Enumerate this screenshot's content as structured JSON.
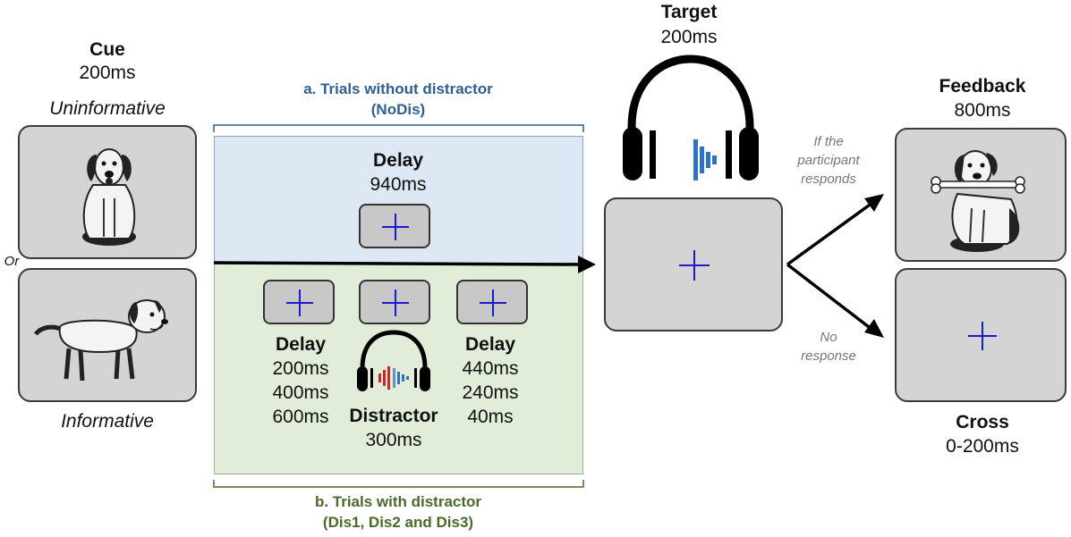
{
  "cue": {
    "title": "Cue",
    "duration": "200ms",
    "uninformative_label": "Uninformative",
    "or_label": "Or",
    "informative_label": "Informative"
  },
  "trials_a": {
    "title_line1": "a.   Trials without distractor",
    "title_line2": "(NoDis)",
    "delay_title": "Delay",
    "delay_duration": "940ms"
  },
  "trials_b": {
    "title_line1": "b. Trials with distractor",
    "title_line2": "(Dis1, Dis2 and Dis3)",
    "delay1_title": "Delay",
    "delay1_values": [
      "200ms",
      "400ms",
      "600ms"
    ],
    "distractor_title": "Distractor",
    "distractor_duration": "300ms",
    "delay2_title": "Delay",
    "delay2_values": [
      "440ms",
      "240ms",
      "40ms"
    ]
  },
  "target": {
    "title": "Target",
    "duration": "200ms"
  },
  "branches": {
    "responds_label": [
      "If the",
      "participant",
      "responds"
    ],
    "no_response_label": [
      "No",
      "response"
    ]
  },
  "feedback": {
    "title": "Feedback",
    "duration": "800ms"
  },
  "cross": {
    "title": "Cross",
    "duration": "0-200ms"
  },
  "colors": {
    "cross": "#1a1acc",
    "panel_a": "#dde8f4",
    "panel_b": "#e2edd9",
    "title_a": "#2f5f8f",
    "title_b": "#4a6a2a"
  }
}
